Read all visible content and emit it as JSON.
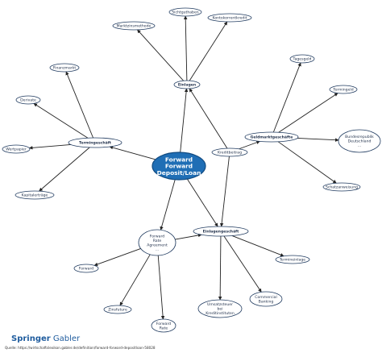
{
  "center": {
    "lines": [
      "Forward",
      "Forward",
      "Deposit/Loan"
    ]
  },
  "nodes": {
    "sichtguthaben": {
      "lines": [
        "Sichtguthaben"
      ]
    },
    "kontokorrentkredit": {
      "lines": [
        "Kontokorrentkredit"
      ]
    },
    "marktzinsmethode": {
      "lines": [
        "Marktzinsmethode"
      ]
    },
    "einlagen": {
      "lines": [
        "Einlagen"
      ]
    },
    "finanzmarkt": {
      "lines": [
        "Finanzmarkt"
      ]
    },
    "derivate": {
      "lines": [
        "Derivate"
      ]
    },
    "termingeschaeft": {
      "lines": [
        "Termingeschäft"
      ]
    },
    "wertpapier": {
      "lines": [
        "Wertpapier"
      ]
    },
    "kapitalertraege": {
      "lines": [
        "Kapitalerträge"
      ]
    },
    "tagesgeld": {
      "lines": [
        "Tagesgeld"
      ]
    },
    "termingeld": {
      "lines": [
        "Termingeld"
      ]
    },
    "geldmarktgeschaefte": {
      "lines": [
        "Geldmarktgeschäfte"
      ]
    },
    "bundesrepublik": {
      "lines": [
        "Bundesrepublik",
        "Deutschland",
        "..."
      ]
    },
    "schatzanweisung": {
      "lines": [
        "Schatzanweisung"
      ]
    },
    "kreditbeitrag": {
      "lines": [
        "Kreditbeitrag"
      ]
    },
    "einlagengeschaeft": {
      "lines": [
        "Einlagengeschäft"
      ]
    },
    "termineinlage": {
      "lines": [
        "Termineinlage"
      ]
    },
    "fra": {
      "lines": [
        "Forward",
        "Rate",
        "Agreement",
        "..."
      ]
    },
    "forward": {
      "lines": [
        "Forward"
      ]
    },
    "zinsfuture": {
      "lines": [
        "Zinsfuture"
      ]
    },
    "forward_rate": {
      "lines": [
        "Forward",
        "Rate"
      ]
    },
    "einlagensteuer": {
      "lines": [
        "Umsatzsteuer",
        "bei",
        "Kreditinstituten"
      ]
    },
    "commercial_banking": {
      "lines": [
        "Commercial",
        "Banking"
      ]
    }
  },
  "colors": {
    "center_fill": "#1f6eb5",
    "edge": "#222222",
    "node_stroke": "#1f3a5f"
  },
  "branding": {
    "springer": "Springer",
    "gabler": "Gabler"
  },
  "source": "Quelle: https://wirtschaftslexikon.gabler.de/definition/forward-forward-depositloan-58028"
}
